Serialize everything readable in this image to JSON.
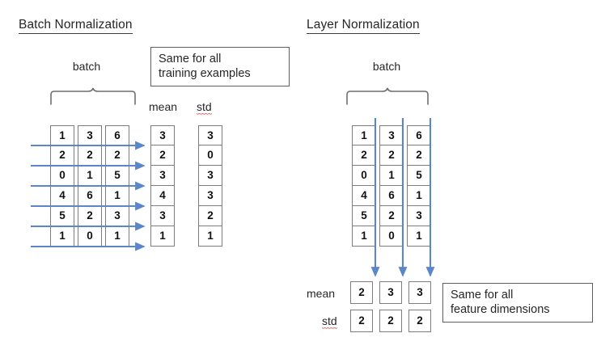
{
  "colors": {
    "arrow_blue": "#5b86c9",
    "cell_border": "#7d7d7d",
    "box_border": "#5e5e5e",
    "text": "#262626",
    "spellcheck_red": "#e05a5a"
  },
  "batch_normalization": {
    "title": "Batch Normalization",
    "brace_label": "batch",
    "matrix": {
      "rows": [
        [
          "1",
          "3",
          "6"
        ],
        [
          "2",
          "2",
          "2"
        ],
        [
          "0",
          "1",
          "5"
        ],
        [
          "4",
          "6",
          "1"
        ],
        [
          "5",
          "2",
          "3"
        ],
        [
          "1",
          "0",
          "1"
        ]
      ]
    },
    "mean_label": "mean",
    "std_label": "std",
    "mean_values": [
      "3",
      "2",
      "3",
      "4",
      "3",
      "1"
    ],
    "std_values": [
      "3",
      "0",
      "3",
      "3",
      "2",
      "1"
    ],
    "callout": "Same for all\ntraining examples",
    "arrow_direction": "horizontal-right",
    "arrow_count": 6
  },
  "layer_normalization": {
    "title": "Layer Normalization",
    "brace_label": "batch",
    "matrix": {
      "rows": [
        [
          "1",
          "3",
          "6"
        ],
        [
          "2",
          "2",
          "2"
        ],
        [
          "0",
          "1",
          "5"
        ],
        [
          "4",
          "6",
          "1"
        ],
        [
          "5",
          "2",
          "3"
        ],
        [
          "1",
          "0",
          "1"
        ]
      ]
    },
    "mean_label": "mean",
    "std_label": "std",
    "mean_values": [
      "2",
      "3",
      "3"
    ],
    "std_values": [
      "2",
      "2",
      "2"
    ],
    "callout": "Same for all\nfeature dimensions",
    "arrow_direction": "vertical-down",
    "arrow_count": 3
  }
}
